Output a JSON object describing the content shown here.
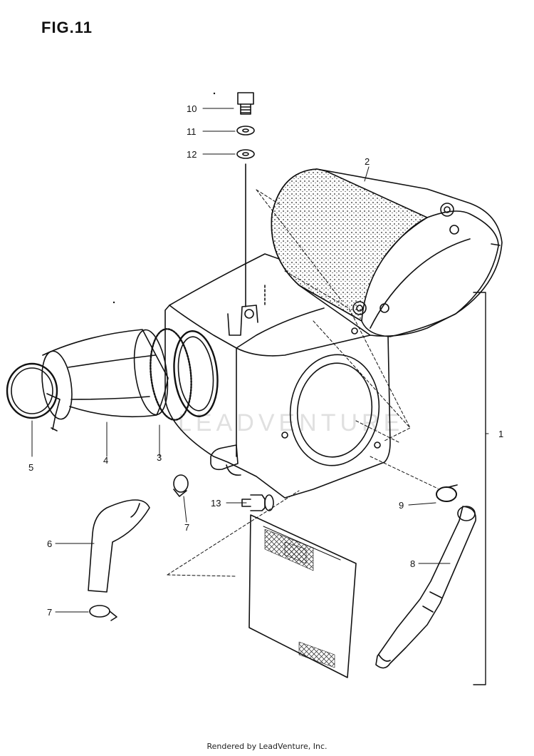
{
  "figure": {
    "title": "FIG.11",
    "watermark": "LEADVENTURE"
  },
  "callouts": [
    {
      "id": "part-1",
      "label": "1"
    },
    {
      "id": "part-2",
      "label": "2"
    },
    {
      "id": "part-3",
      "label": "3"
    },
    {
      "id": "part-4",
      "label": "4"
    },
    {
      "id": "part-5",
      "label": "5"
    },
    {
      "id": "part-6",
      "label": "6"
    },
    {
      "id": "part-7a",
      "label": "7"
    },
    {
      "id": "part-7b",
      "label": "7"
    },
    {
      "id": "part-8",
      "label": "8"
    },
    {
      "id": "part-9",
      "label": "9"
    },
    {
      "id": "part-10",
      "label": "10"
    },
    {
      "id": "part-11",
      "label": "11"
    },
    {
      "id": "part-12",
      "label": "12"
    },
    {
      "id": "part-13",
      "label": "13"
    }
  ],
  "footer": "Rendered by LeadVenture, Inc."
}
